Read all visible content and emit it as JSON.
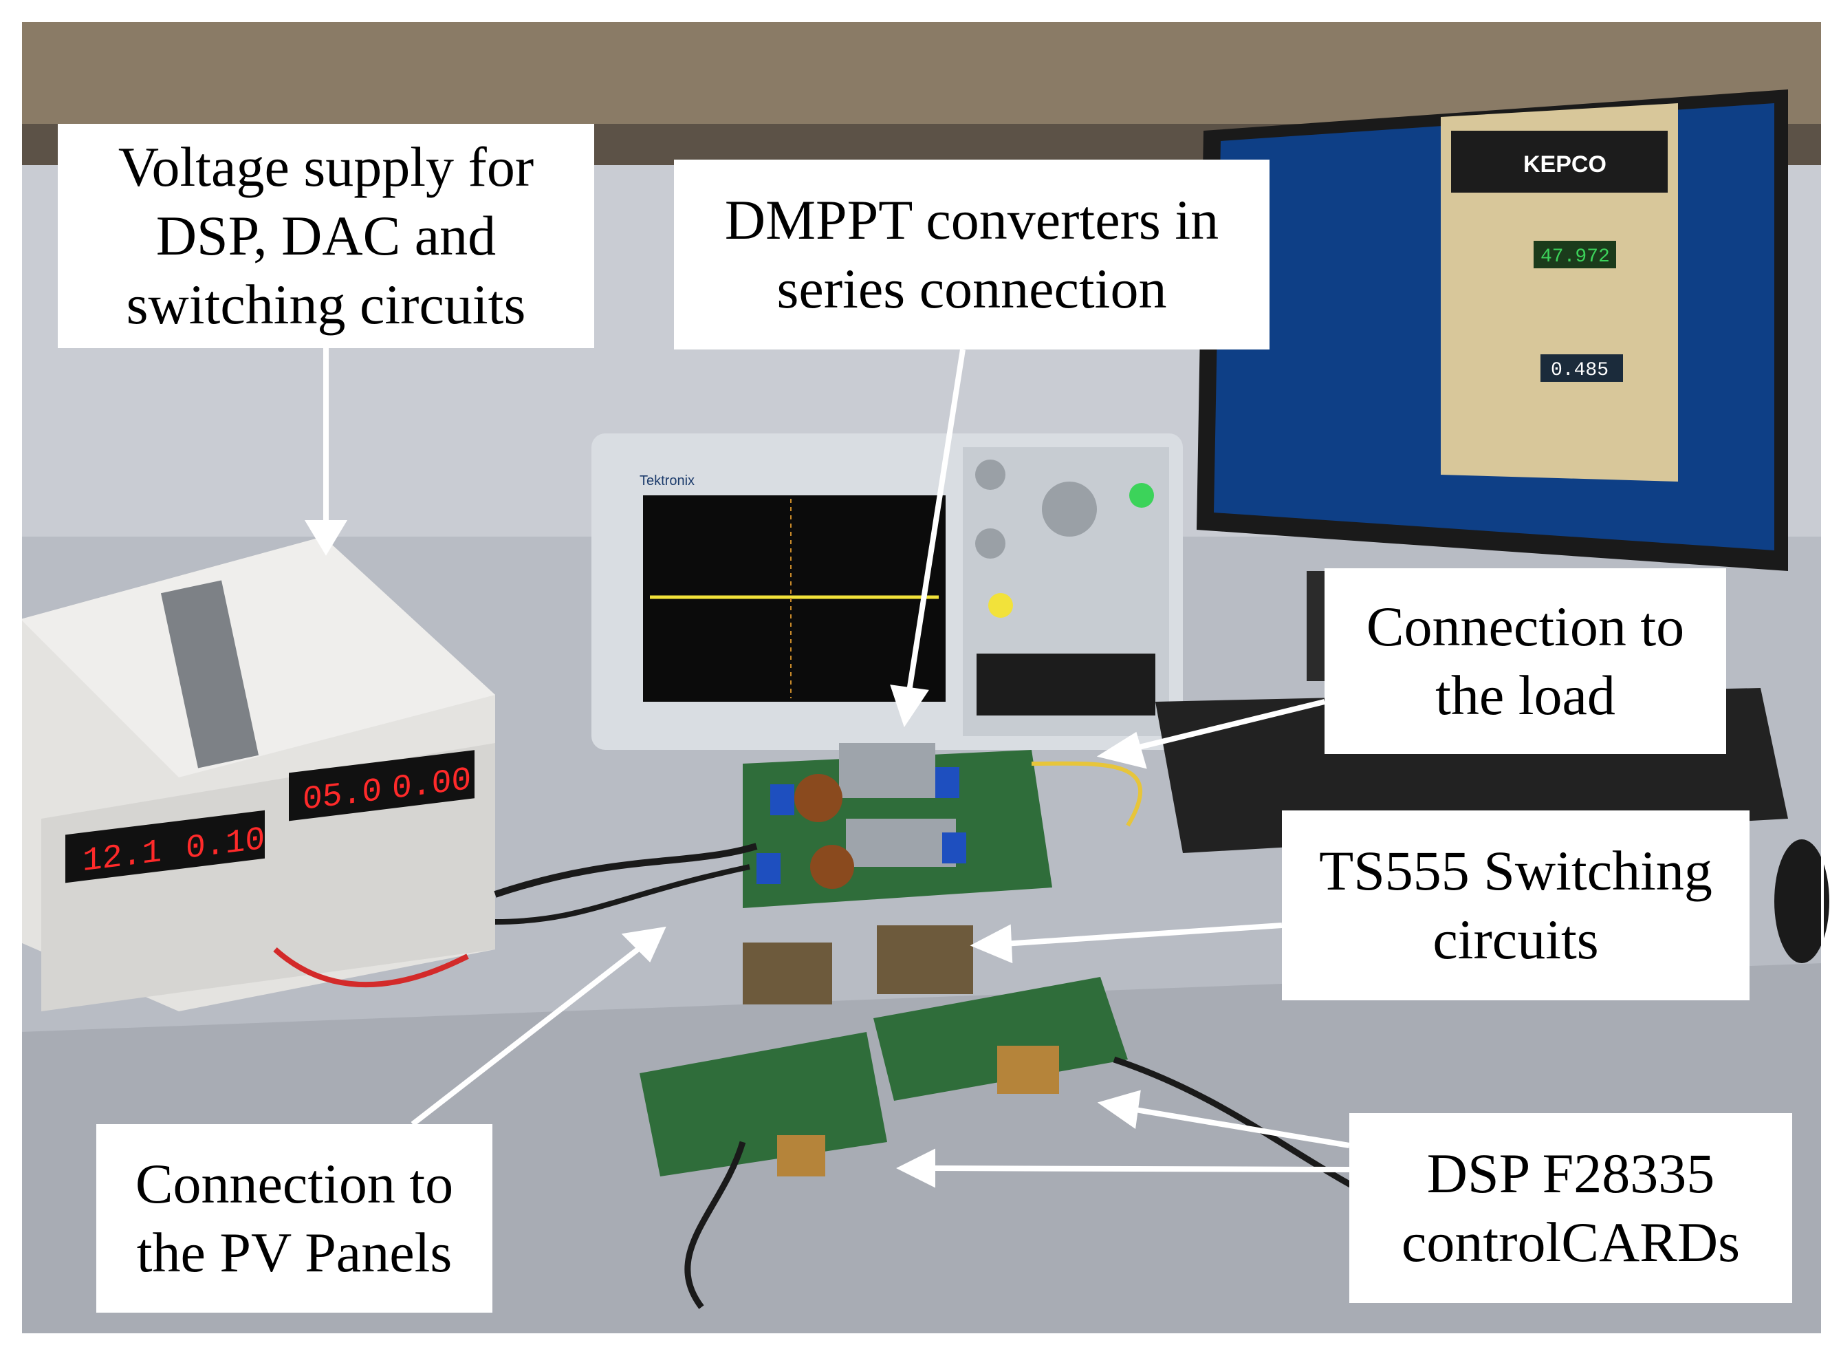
{
  "annotations": {
    "voltage_supply": {
      "lines": [
        "Voltage supply for",
        "DSP, DAC and",
        "switching circuits"
      ]
    },
    "dmppt": {
      "lines": [
        "DMPPT converters in",
        "series connection"
      ]
    },
    "load": {
      "lines": [
        "Connection to",
        "the load"
      ]
    },
    "ts555": {
      "lines": [
        "TS555 Switching",
        "circuits"
      ]
    },
    "dsp": {
      "lines": [
        "DSP F28335",
        "controlCARDs"
      ]
    },
    "pv": {
      "lines": [
        "Connection to",
        "the PV Panels"
      ]
    }
  },
  "screen_readouts": {
    "psu_left_voltage": "12.1",
    "psu_left_current": "0.10",
    "psu_right_voltage": "05.0",
    "psu_right_current": "0.00",
    "kepco_brand": "KEPCO",
    "kepco_voltage": "47.972",
    "kepco_current": "0.485",
    "scope_brand": "Tektronix"
  },
  "colors": {
    "shelf": "#8a7b66",
    "wall": "#c9ccd3",
    "desk": "#b8bcc4",
    "psu_body": "#e4e3e0",
    "display_red": "#ff2a2a",
    "scope_screen": "#0b0b0b",
    "scope_trace": "#f2e23a",
    "pcb_green": "#2f6d3a",
    "monitor_blue": "#0e3f86",
    "kepco_panel": "#d8c79a",
    "arrow": "#ffffff"
  }
}
